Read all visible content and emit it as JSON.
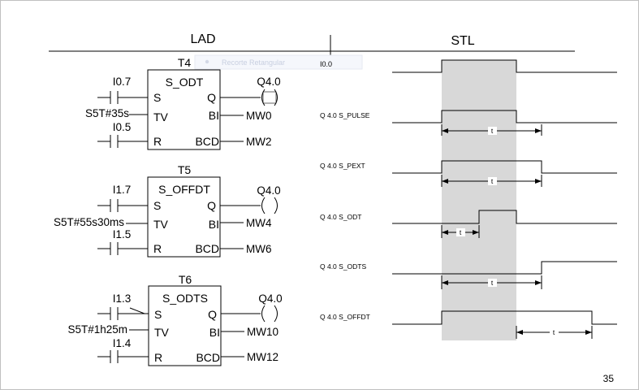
{
  "headers": {
    "left": "LAD",
    "right": "STL"
  },
  "page_number": "35",
  "ghost_label": "Recorte Retangular",
  "colors": {
    "shade": "#d8d8d8",
    "line": "#000000",
    "border": "#c0c0c0"
  },
  "timers": [
    {
      "name": "T4",
      "type": "S_ODT",
      "set_input": "I0.7",
      "time_value": "S5T#35s",
      "reset_input": "I0.5",
      "coil": "Q4.0",
      "bi_output": "MW0",
      "bcd_output": "MW2",
      "pins": {
        "s": "S",
        "tv": "TV",
        "r": "R",
        "q": "Q",
        "bi": "BI",
        "bcd": "BCD"
      }
    },
    {
      "name": "T5",
      "type": "S_OFFDT",
      "set_input": "I1.7",
      "time_value": "S5T#55s30ms",
      "reset_input": "I1.5",
      "coil": "Q4.0",
      "bi_output": "MW4",
      "bcd_output": "MW6",
      "pins": {
        "s": "S",
        "tv": "TV",
        "r": "R",
        "q": "Q",
        "bi": "BI",
        "bcd": "BCD"
      }
    },
    {
      "name": "T6",
      "type": "S_ODTS",
      "set_input": "I1.3",
      "time_value": "S5T#1h25m",
      "reset_input": "I1.4",
      "coil": "Q4.0",
      "bi_output": "MW10",
      "bcd_output": "MW12",
      "pins": {
        "s": "S",
        "tv": "TV",
        "r": "R",
        "q": "Q",
        "bi": "BI",
        "bcd": "BCD"
      }
    }
  ],
  "timing": {
    "input_label": "I0.0",
    "traces": [
      {
        "label": "Q 4.0  S_PULSE",
        "t_label": "t"
      },
      {
        "label": "Q 4.0  S_PEXT",
        "t_label": "t"
      },
      {
        "label": "Q 4.0  S_ODT",
        "t_label": "t"
      },
      {
        "label": "Q 4.0  S_ODTS",
        "t_label": "t"
      },
      {
        "label": "Q 4.0  S_OFFDT",
        "t_label": "t"
      }
    ]
  }
}
